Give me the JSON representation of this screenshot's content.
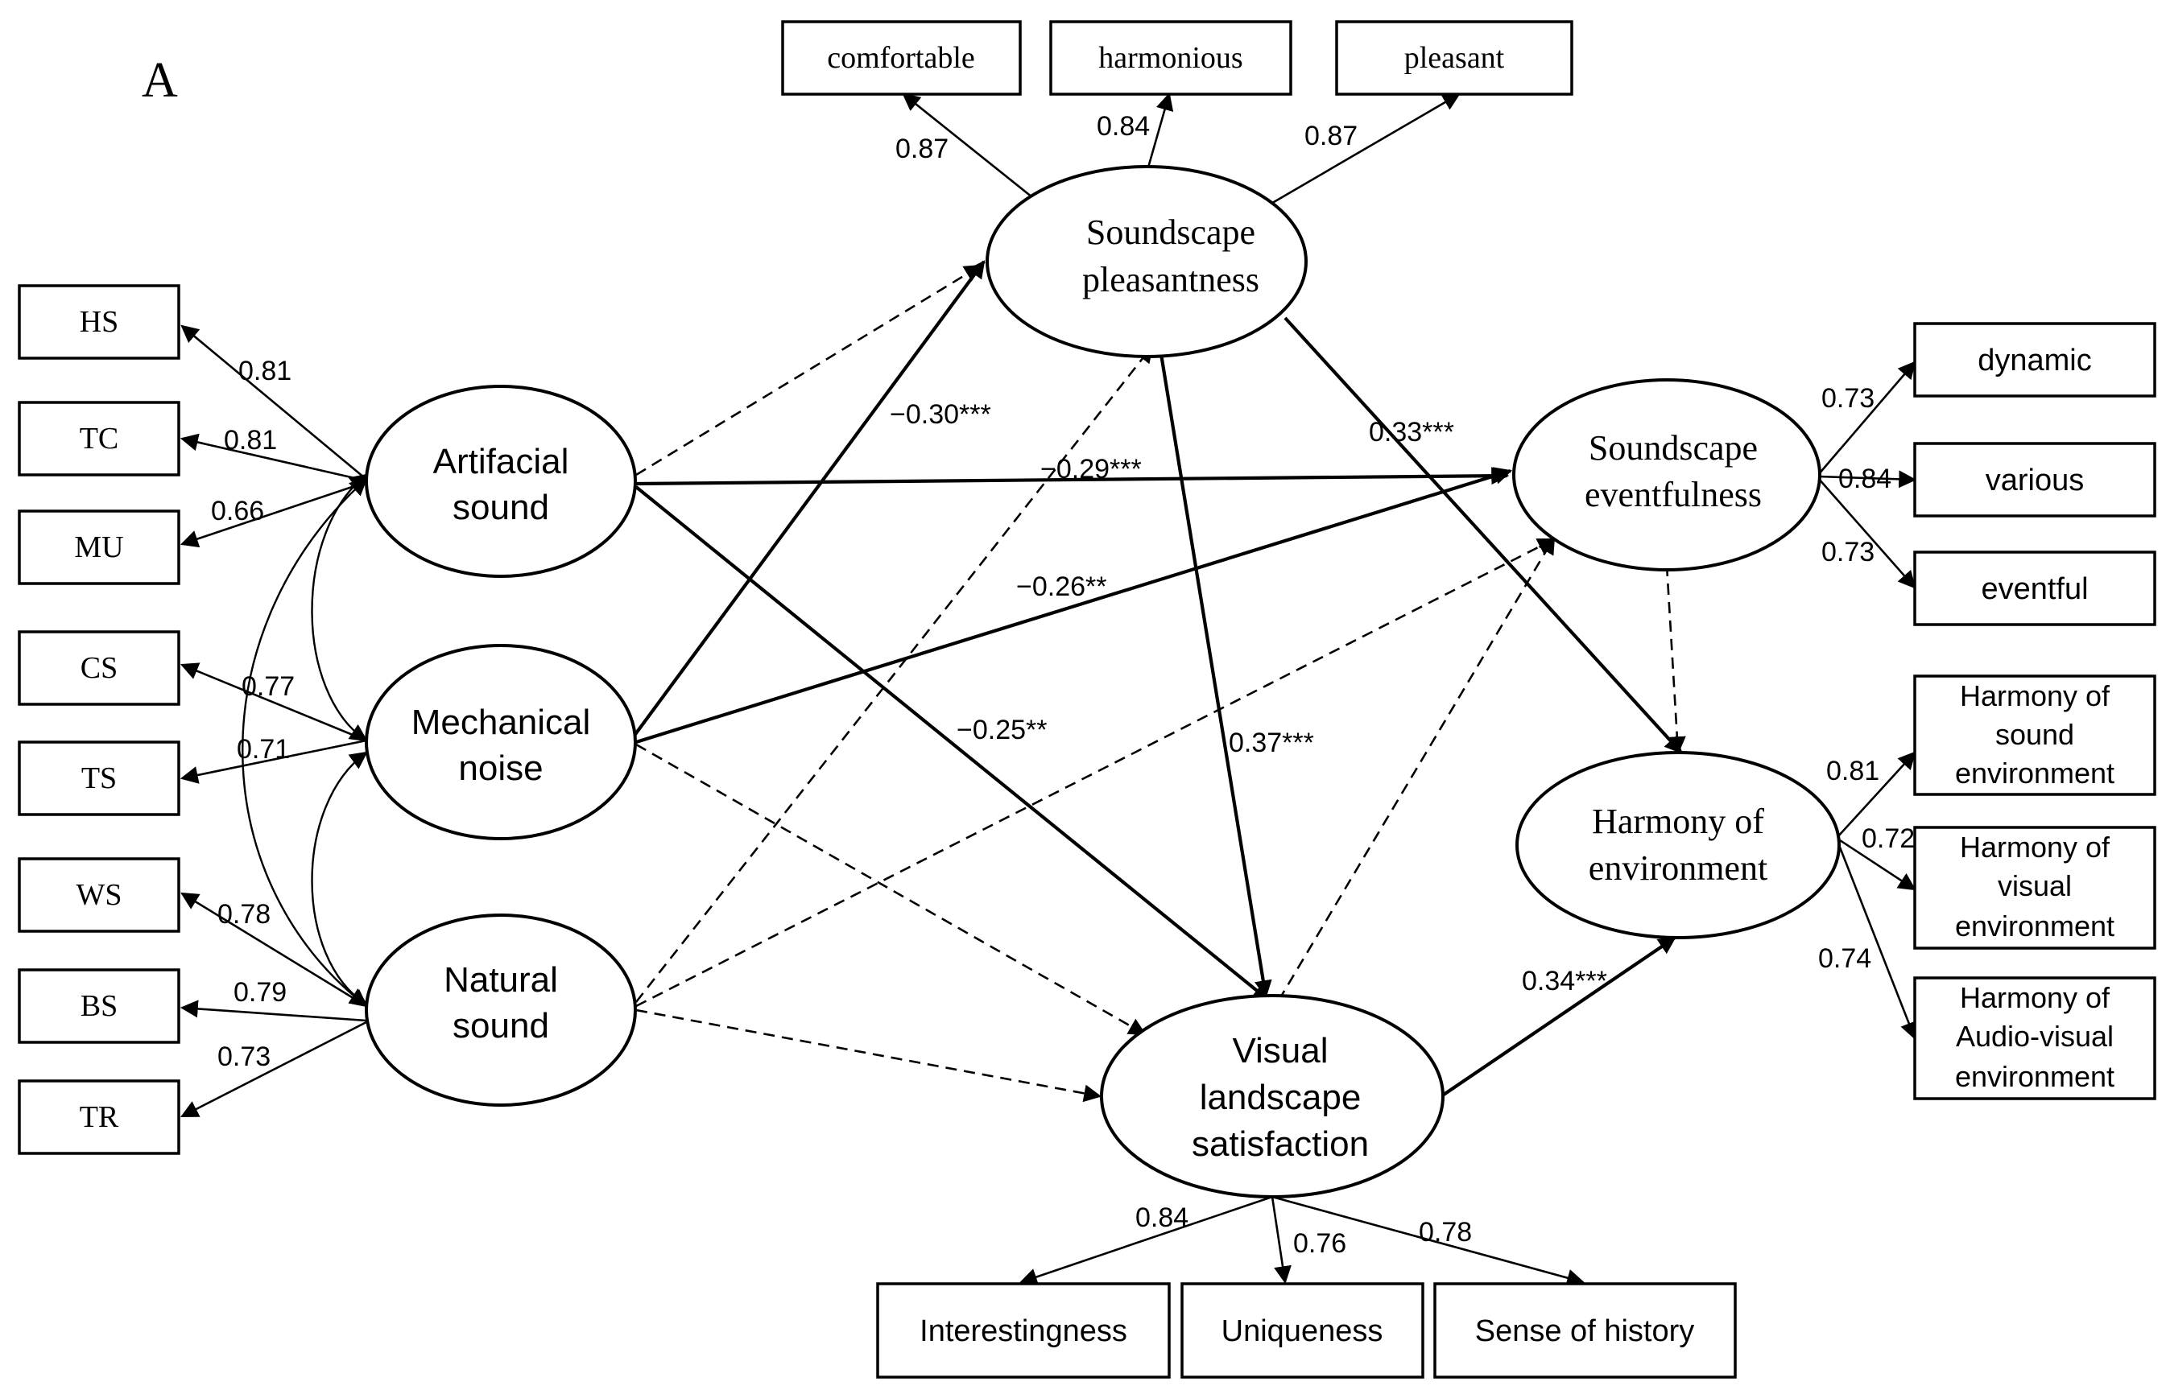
{
  "panel_label": "A",
  "indicators": {
    "hs": "HS",
    "tc": "TC",
    "mu": "MU",
    "cs": "CS",
    "ts": "TS",
    "ws": "WS",
    "bs": "BS",
    "tr": "TR",
    "comfortable": "comfortable",
    "harmonious": "harmonious",
    "pleasant": "pleasant",
    "dynamic": "dynamic",
    "various": "various",
    "eventful": "eventful",
    "harmony_sound": [
      "Harmony of",
      "sound",
      "environment"
    ],
    "harmony_visual": [
      "Harmony of",
      "visual",
      "environment"
    ],
    "harmony_av": [
      "Harmony of",
      "Audio-visual",
      "environment"
    ],
    "interestingness": "Interestingness",
    "uniqueness": "Uniqueness",
    "sense_of_history": "Sense of history"
  },
  "latents": {
    "artificial_sound": [
      "Artifacial",
      "sound"
    ],
    "mechanical_noise": [
      "Mechanical",
      "noise"
    ],
    "natural_sound": [
      "Natural",
      "sound"
    ],
    "soundscape_pleasantness": [
      "Soundscape",
      "pleasantness"
    ],
    "soundscape_eventfulness": [
      "Soundscape",
      "eventfulness"
    ],
    "visual_landscape_satisfaction": [
      "Visual",
      "landscape",
      "satisfaction"
    ],
    "harmony_of_environment": [
      "Harmony of",
      "environment"
    ]
  },
  "loadings": {
    "hs": "0.81",
    "tc": "0.81",
    "mu": "0.66",
    "cs": "0.77",
    "ts": "0.71",
    "ws": "0.78",
    "bs": "0.79",
    "tr": "0.73",
    "comfortable": "0.87",
    "harmonious": "0.84",
    "pleasant": "0.87",
    "dynamic": "0.73",
    "various": "0.84",
    "eventful": "0.73",
    "harmony_sound": "0.81",
    "harmony_visual": "0.72",
    "harmony_av": "0.74",
    "interestingness": "0.84",
    "uniqueness": "0.76",
    "sense_of_history": "0.78"
  },
  "paths": {
    "mech_to_pleasantness": "−0.30***",
    "art_to_eventfulness": "−0.29***",
    "mech_to_eventfulness": "−0.26**",
    "art_to_visual": "−0.25**",
    "visual_pleasantness_link": "0.37***",
    "pleasantness_to_harmony": "0.33***",
    "visual_to_harmony": "0.34***"
  }
}
